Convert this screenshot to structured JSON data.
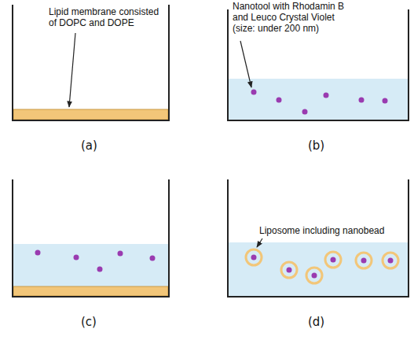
{
  "diagram": {
    "labels": [
      "Lipid membrane consisted of DOPC and DOPE",
      "(a)",
      "Nanotool with Rhodamin B and Leuco Crystal Violet (size: under 200 nm)",
      "(b)",
      "(c)",
      "Liposome including nanobead",
      "(d)"
    ]
  }
}
